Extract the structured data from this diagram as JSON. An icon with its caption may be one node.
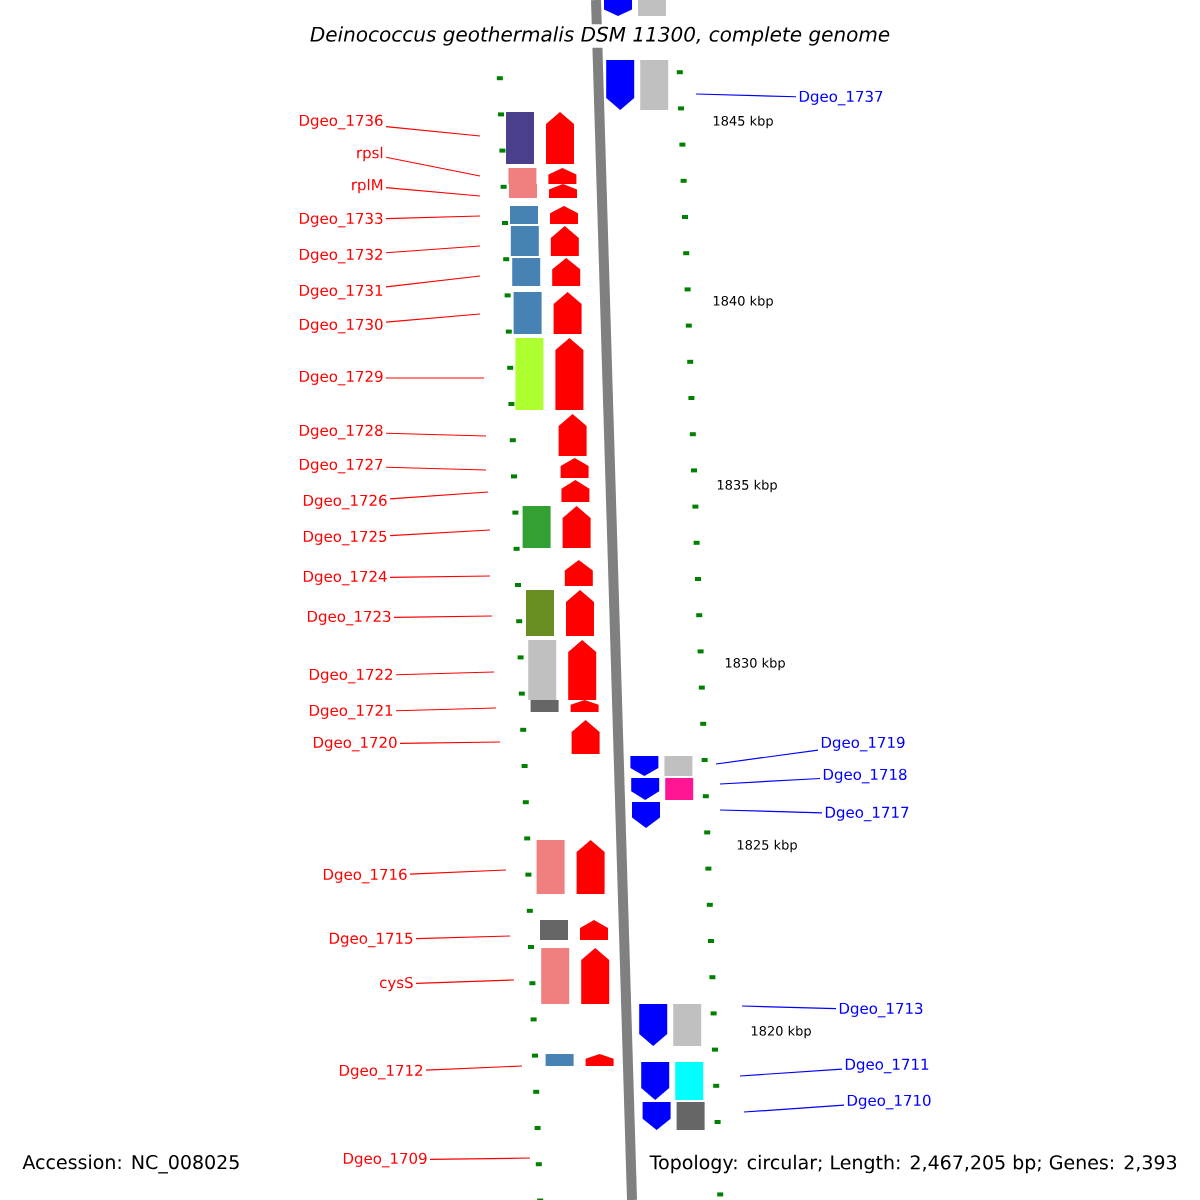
{
  "diagram": {
    "title": "Deinococcus geothermalis DSM 11300, complete genome",
    "nodes": [
      {
        "text": [
          "Dgeo_1737"
        ]
      },
      {
        "text": [
          "Dgeo_1736"
        ]
      },
      {
        "text": [
          "rpsl"
        ]
      },
      {
        "text": [
          "rplM"
        ]
      },
      {
        "text": [
          "Dgeo_1733"
        ]
      },
      {
        "text": [
          "Dgeo_1732"
        ]
      },
      {
        "text": [
          "Dgeo_1731"
        ]
      },
      {
        "text": [
          "Dgeo_1730"
        ]
      },
      {
        "text": [
          "Dgeo_1729"
        ]
      },
      {
        "text": [
          "Dgeo_1728"
        ]
      },
      {
        "text": [
          "Dgeo_1727"
        ]
      },
      {
        "text": [
          "Dgeo_1726"
        ]
      },
      {
        "text": [
          "Dgeo_1725"
        ]
      },
      {
        "text": [
          "Dgeo_1724"
        ]
      },
      {
        "text": [
          "Dgeo_1723"
        ]
      },
      {
        "text": [
          "Dgeo_1722"
        ]
      },
      {
        "text": [
          "Dgeo_1721"
        ]
      },
      {
        "text": [
          "Dgeo_1720"
        ]
      },
      {
        "text": [
          "Dgeo_1719"
        ]
      },
      {
        "text": [
          "Dgeo_1718"
        ]
      },
      {
        "text": [
          "Dgeo_1717"
        ]
      },
      {
        "text": [
          "Dgeo_1716"
        ]
      },
      {
        "text": [
          "Dgeo_1715"
        ]
      },
      {
        "text": [
          "cysS"
        ]
      },
      {
        "text": [
          "Dgeo_1713"
        ]
      },
      {
        "text": [
          "Dgeo_1711"
        ]
      },
      {
        "text": [
          "Dgeo_1712"
        ]
      },
      {
        "text": [
          "Dgeo_1710"
        ]
      },
      {
        "text": [
          "Dgeo_1709"
        ]
      }
    ],
    "edges": [
      {
        "from": 0,
        "to": null,
        "arrow": "none",
        "color": "#0000ff"
      },
      {
        "from": 1,
        "to": null,
        "arrow": "none"
      },
      {
        "from": 2,
        "to": null,
        "arrow": "none"
      },
      {
        "from": 3,
        "to": null,
        "arrow": "none"
      },
      {
        "from": 4,
        "to": null,
        "arrow": "none"
      },
      {
        "from": 5,
        "to": null,
        "arrow": "none"
      },
      {
        "from": 6,
        "to": null,
        "arrow": "none"
      },
      {
        "from": 7,
        "to": null,
        "arrow": "none"
      },
      {
        "from": 8,
        "to": null,
        "arrow": "none"
      },
      {
        "from": 9,
        "to": null,
        "arrow": "none"
      },
      {
        "from": 10,
        "to": null,
        "arrow": "none"
      },
      {
        "from": 11,
        "to": null,
        "arrow": "none"
      },
      {
        "from": 12,
        "to": null,
        "arrow": "none"
      },
      {
        "from": 13,
        "to": null,
        "arrow": "none"
      },
      {
        "from": 14,
        "to": null,
        "arrow": "none"
      },
      {
        "from": 15,
        "to": null,
        "arrow": "none"
      },
      {
        "from": 16,
        "to": null,
        "arrow": "none"
      },
      {
        "from": 17,
        "to": null,
        "arrow": "none"
      },
      {
        "from": 18,
        "to": null,
        "arrow": "none",
        "color": "#0000ff"
      },
      {
        "from": 19,
        "to": null,
        "arrow": "none",
        "color": "#0000ff"
      },
      {
        "from": 20,
        "to": null,
        "arrow": "none",
        "color": "#0000ff"
      },
      {
        "from": 21,
        "to": null,
        "arrow": "none"
      },
      {
        "from": 22,
        "to": null,
        "arrow": "none"
      },
      {
        "from": 23,
        "to": null,
        "arrow": "none"
      },
      {
        "from": 24,
        "to": null,
        "arrow": "none",
        "color": "#0000ff"
      },
      {
        "from": 25,
        "to": null,
        "arrow": "none",
        "color": "#0000ff"
      },
      {
        "from": 26,
        "to": null,
        "arrow": "none"
      },
      {
        "from": 27,
        "to": null,
        "arrow": "none",
        "color": "#0000ff"
      },
      {
        "from": 28,
        "to": null,
        "arrow": "none"
      }
    ],
    "labels": [
      "1845 kbp",
      "1840 kbp",
      "1835 kbp",
      "1830 kbp",
      "1825 kbp",
      "1820 kbp",
      "Accession: NC_008025",
      "Topology: circular; Length: 2,467,205 bp; Genes: 2,393"
    ]
  }
}
